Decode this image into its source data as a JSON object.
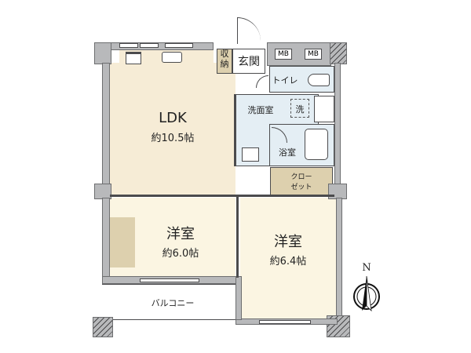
{
  "floorplan": {
    "rooms": {
      "ldk": {
        "name": "LDK",
        "size": "約10.5帖"
      },
      "western1": {
        "name": "洋室",
        "size": "約6.0帖"
      },
      "western2": {
        "name": "洋室",
        "size": "約6.4帖"
      },
      "entrance": {
        "name": "玄関"
      },
      "storage": {
        "name": "収納"
      },
      "toilet": {
        "name": "トイレ"
      },
      "washroom": {
        "name": "洗面室"
      },
      "washer": {
        "name": "洗"
      },
      "bath": {
        "name": "浴室"
      },
      "closet": {
        "line1": "クロー",
        "line2": "ゼット"
      },
      "balcony": {
        "name": "バルコニー"
      }
    },
    "meter_boxes": [
      "MB",
      "MB"
    ],
    "compass": {
      "label": "N"
    }
  }
}
